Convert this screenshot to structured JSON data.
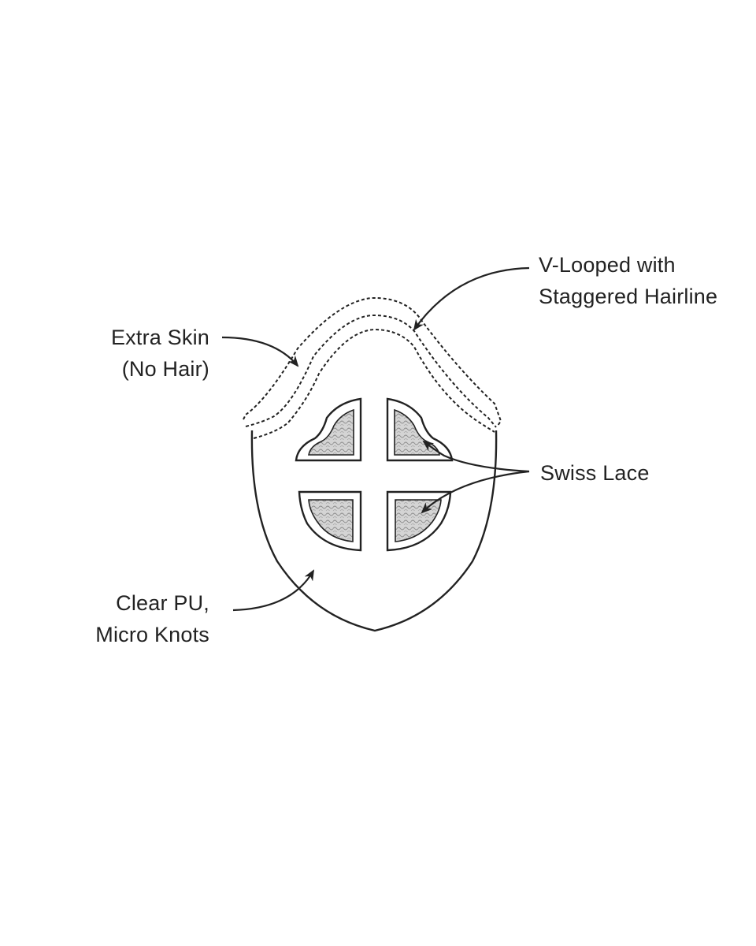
{
  "labels": {
    "vlooped": {
      "line1": "V-Looped with",
      "line2": "Staggered Hairline"
    },
    "extra_skin": {
      "line1": "Extra Skin",
      "line2": "(No Hair)"
    },
    "swiss_lace": {
      "line1": "Swiss Lace"
    },
    "clear_pu": {
      "line1": "Clear PU,",
      "line2": "Micro Knots"
    }
  },
  "colors": {
    "stroke": "#222222",
    "lace_fill": "#d8d8d8",
    "background": "#ffffff"
  },
  "icons": [
    "arrow-icon"
  ]
}
